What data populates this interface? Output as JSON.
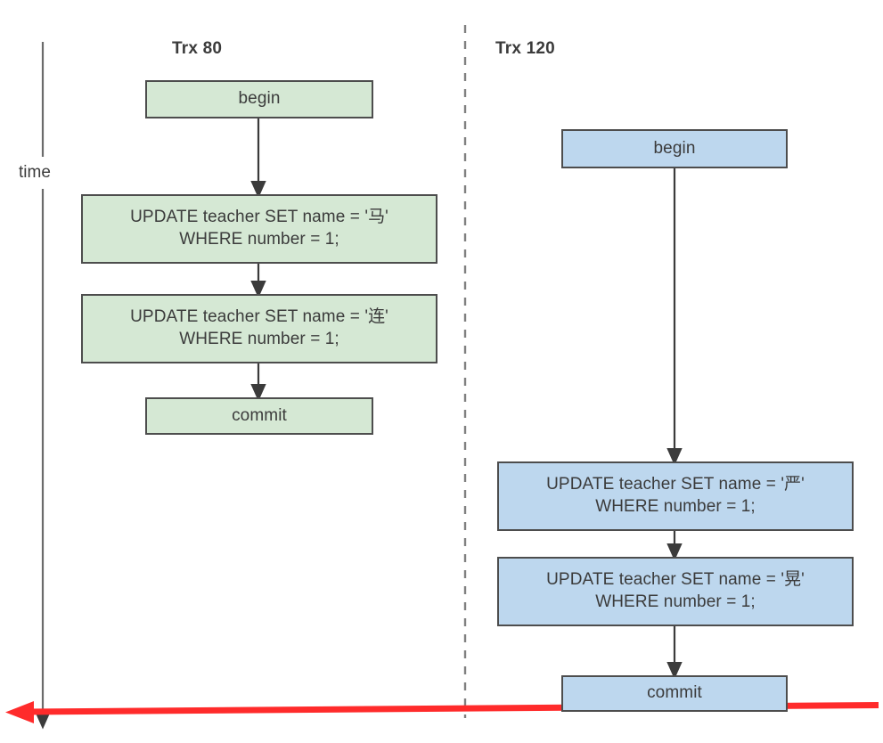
{
  "diagram": {
    "title_left": "Trx 80",
    "title_right": "Trx 120",
    "time_axis_label": "time",
    "colors": {
      "green_fill": "#d5e8d4",
      "blue_fill": "#bdd7ee",
      "node_border": "#4d4d4d",
      "text": "#3b3b3b",
      "arrow": "#3b3b3b",
      "divider": "#808080",
      "highlight_arrow": "#ff2b2b"
    },
    "lane_left": {
      "name": "Trx 80",
      "nodes": [
        {
          "id": "trx80-begin",
          "label": "begin"
        },
        {
          "id": "trx80-update1",
          "label": "UPDATE teacher  SET name = '马'\nWHERE number = 1;"
        },
        {
          "id": "trx80-update2",
          "label": "UPDATE teacher  SET name = '连'\nWHERE number = 1;"
        },
        {
          "id": "trx80-commit",
          "label": "commit"
        }
      ]
    },
    "lane_right": {
      "name": "Trx 120",
      "nodes": [
        {
          "id": "trx120-begin",
          "label": "begin"
        },
        {
          "id": "trx120-update1",
          "label": "UPDATE teacher  SET name = '严'\nWHERE number = 1;"
        },
        {
          "id": "trx120-update2",
          "label": "UPDATE teacher  SET name = '晃'\nWHERE number = 1;"
        },
        {
          "id": "trx120-commit",
          "label": "commit"
        }
      ]
    }
  }
}
